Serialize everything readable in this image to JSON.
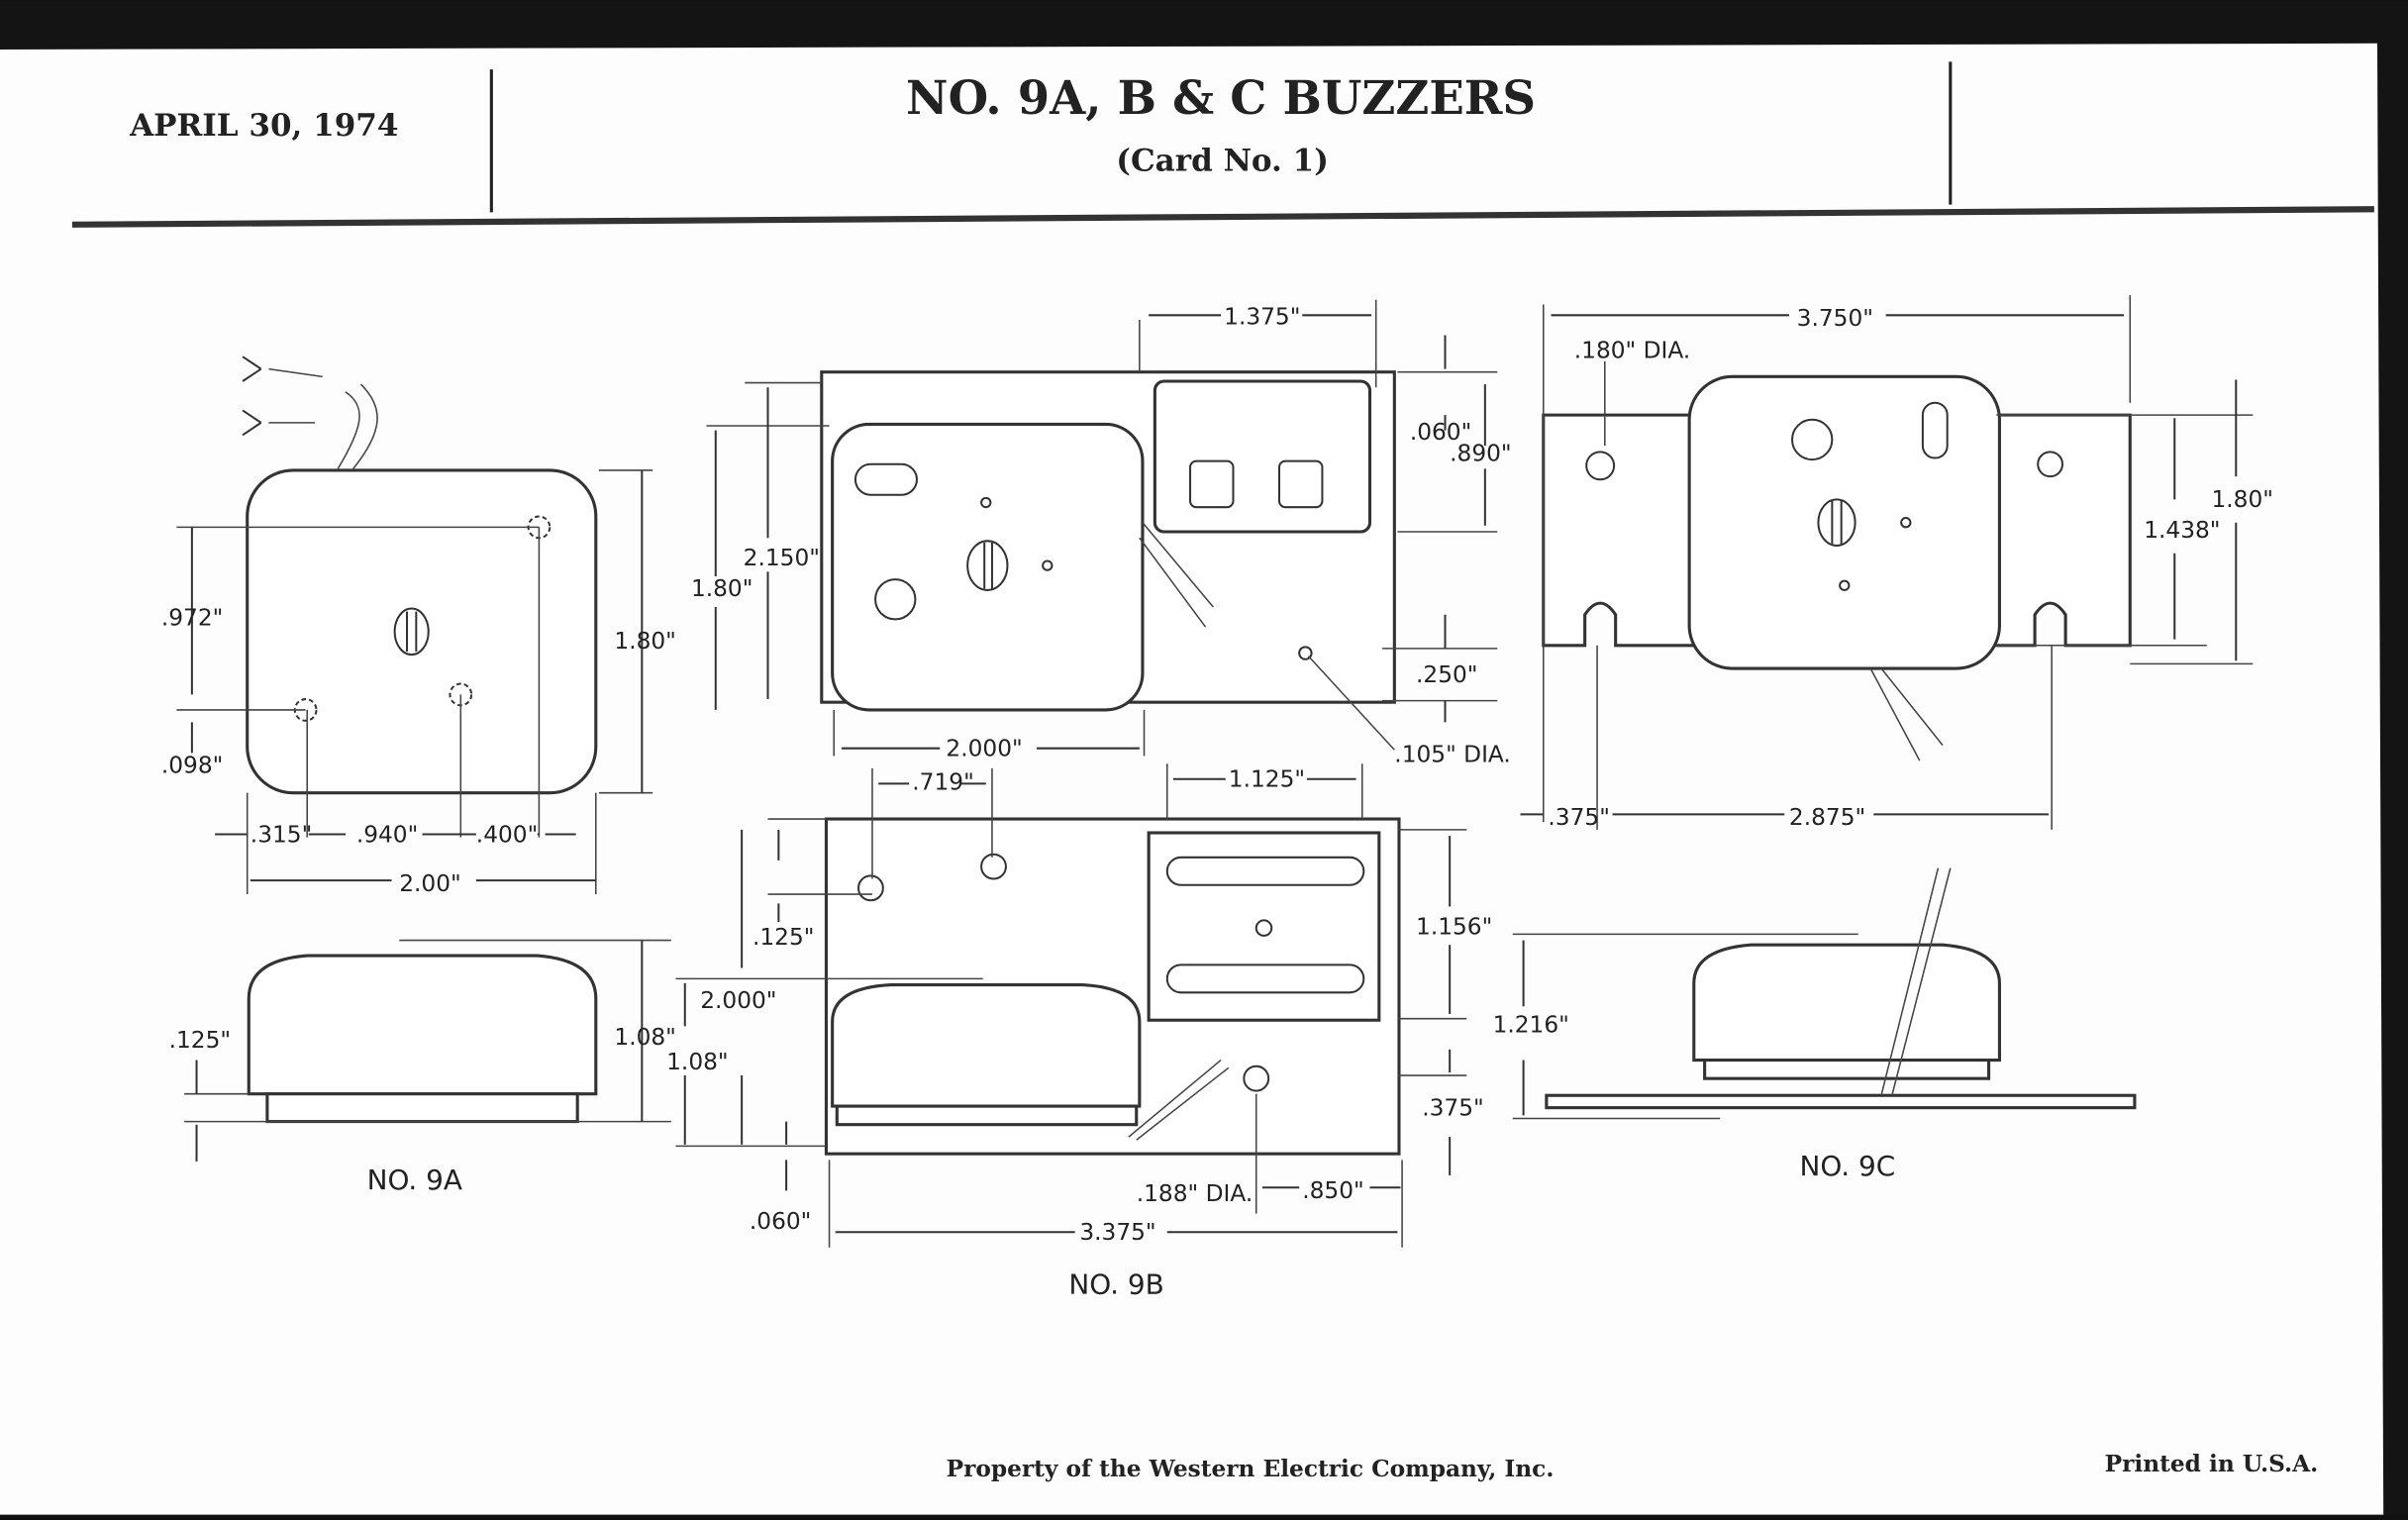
{
  "header": {
    "date": "APRIL 30, 1974",
    "title": "NO. 9A, B & C BUZZERS",
    "subtitle": "(Card No. 1)"
  },
  "footer": {
    "property": "Property of the Western Electric Company, Inc.",
    "printed": "Printed in U.S.A."
  },
  "drawings": {
    "no9a": {
      "caption": "NO. 9A",
      "dims": {
        "d972": ".972\"",
        "d098": ".098\"",
        "d180": "1.80\"",
        "d315": ".315\"",
        "d940": ".940\"",
        "d400": ".400\"",
        "d200": "2.00\"",
        "d125": ".125\"",
        "d108": "1.08\""
      }
    },
    "no9b": {
      "caption": "NO. 9B",
      "dims": {
        "d1375": "1.375\"",
        "d060top": ".060\"",
        "d890": ".890\"",
        "d2150": "2.150\"",
        "d180": "1.80\"",
        "d250": ".250\"",
        "d105": ".105\" DIA.",
        "d2000w": "2.000\"",
        "d719": ".719\"",
        "d1125": "1.125\"",
        "d125": ".125\"",
        "d1156": "1.156\"",
        "d2000h": "2.000\"",
        "d108": "1.08\"",
        "d375": ".375\"",
        "d188": ".188\" DIA.",
        "d850": ".850\"",
        "d060": ".060\"",
        "d3375": "3.375\""
      }
    },
    "no9c": {
      "caption": "NO. 9C",
      "dims": {
        "d3750": "3.750\"",
        "d180dia": ".180\" DIA.",
        "d180": "1.80\"",
        "d1438": "1.438\"",
        "d375": ".375\"",
        "d2875": "2.875\"",
        "d1216": "1.216\""
      }
    }
  }
}
